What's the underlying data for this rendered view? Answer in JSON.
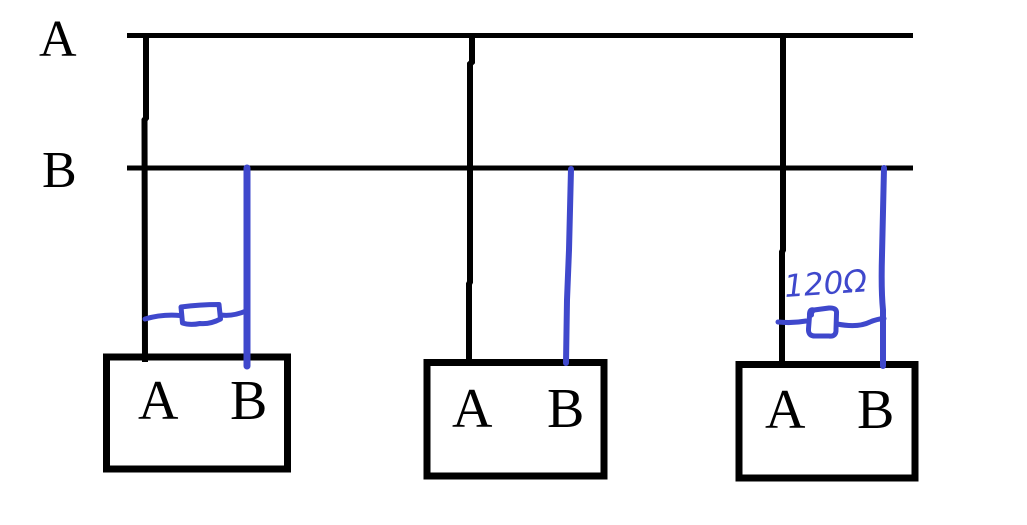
{
  "bus": {
    "a_label": "A",
    "b_label": "B"
  },
  "devices": [
    {
      "a_label": "A",
      "b_label": "B"
    },
    {
      "a_label": "A",
      "b_label": "B"
    },
    {
      "a_label": "A",
      "b_label": "B"
    }
  ],
  "resistor": {
    "value_label": "120Ω"
  },
  "colors": {
    "wire_black": "#000000",
    "wire_blue": "#3f48cc",
    "background": "#ffffff"
  }
}
